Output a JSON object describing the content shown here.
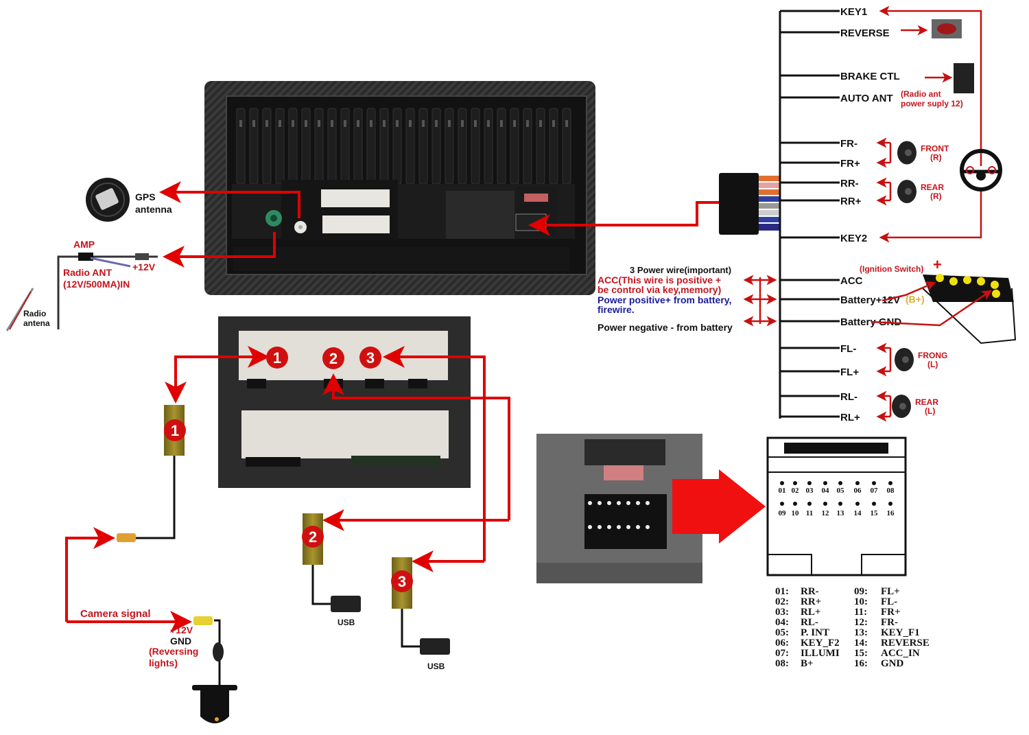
{
  "colors": {
    "wire_red": "#e00000",
    "label_red": "#c4141c",
    "label_blue": "#1a1a9c",
    "b_plus_yellow": "#d4b030",
    "connector_gold": "#9c8a2a"
  },
  "head_unit": {
    "gps": {
      "line1": "GPS",
      "line2": "antenna"
    },
    "amp": "AMP",
    "plus12v": "+12V",
    "radio_ant": {
      "line1": "Radio ANT",
      "line2": "(12V/500MA)IN"
    },
    "radio_antena": {
      "line1": "Radio",
      "line2": "antena"
    }
  },
  "harness": {
    "wires": [
      {
        "id": "key1",
        "label": "KEY1"
      },
      {
        "id": "reverse",
        "label": "REVERSE"
      },
      {
        "id": "brake",
        "label": "BRAKE CTL"
      },
      {
        "id": "autoant",
        "label": "AUTO ANT"
      },
      {
        "id": "frminus",
        "label": "FR-"
      },
      {
        "id": "frplus",
        "label": "FR+"
      },
      {
        "id": "rrminus",
        "label": "RR-"
      },
      {
        "id": "rrplus",
        "label": "RR+"
      },
      {
        "id": "key2",
        "label": "KEY2"
      },
      {
        "id": "acc",
        "label": "ACC"
      },
      {
        "id": "batt",
        "label": "Battery+12V"
      },
      {
        "id": "gnd",
        "label": "Battery GND"
      },
      {
        "id": "flminus",
        "label": "FL-"
      },
      {
        "id": "flplus",
        "label": "FL+"
      },
      {
        "id": "rlminus",
        "label": "RL-"
      },
      {
        "id": "rlplus",
        "label": "RL+"
      }
    ],
    "auto_ant_note": {
      "line1": "(Radio ant",
      "line2": "power suply 12)"
    },
    "b_plus": "(B+)",
    "ignition": "(Ignition Switch)",
    "speakers": [
      {
        "id": "fr",
        "line1": "FRONT",
        "line2": "(R)"
      },
      {
        "id": "rr",
        "line1": "REAR",
        "line2": "(R)"
      },
      {
        "id": "fl",
        "line1": "FRONG",
        "line2": "(L)"
      },
      {
        "id": "rl",
        "line1": "REAR",
        "line2": "(L)"
      }
    ]
  },
  "power_notes": {
    "title": "3 Power wire(important)",
    "acc_line1": "ACC(This wire is positive +",
    "acc_line2": "be control via key,memory)",
    "batt_line1": "Power positive+ from battery,",
    "batt_line2": "firewire.",
    "gnd_line": "Power negative - from battery"
  },
  "connectors": {
    "badges": [
      "1",
      "2",
      "3"
    ],
    "camera_signal": "Camera signal",
    "cam_12v": "+12V",
    "cam_gnd": "GND",
    "cam_reversing": {
      "line1": "(Reversing",
      "line2": "lights)"
    },
    "usb": [
      "USB",
      "USB"
    ]
  },
  "pinout": {
    "pins_top": [
      "01",
      "02",
      "03",
      "04",
      "05",
      "06",
      "07",
      "08"
    ],
    "pins_bottom": [
      "09",
      "10",
      "11",
      "12",
      "13",
      "14",
      "15",
      "16"
    ],
    "legend_left": [
      {
        "num": "01:",
        "name": "RR-"
      },
      {
        "num": "02:",
        "name": "RR+"
      },
      {
        "num": "03:",
        "name": "RL+"
      },
      {
        "num": "04:",
        "name": "RL-"
      },
      {
        "num": "05:",
        "name": "P. INT"
      },
      {
        "num": "06:",
        "name": "KEY_F2"
      },
      {
        "num": "07:",
        "name": "ILLUMI"
      },
      {
        "num": "08:",
        "name": "B+"
      }
    ],
    "legend_right": [
      {
        "num": "09:",
        "name": "FL+"
      },
      {
        "num": "10:",
        "name": "FL-"
      },
      {
        "num": "11:",
        "name": "FR+"
      },
      {
        "num": "12:",
        "name": "FR-"
      },
      {
        "num": "13:",
        "name": "KEY_F1"
      },
      {
        "num": "14:",
        "name": "REVERSE"
      },
      {
        "num": "15:",
        "name": "ACC_IN"
      },
      {
        "num": "16:",
        "name": "GND"
      }
    ]
  }
}
